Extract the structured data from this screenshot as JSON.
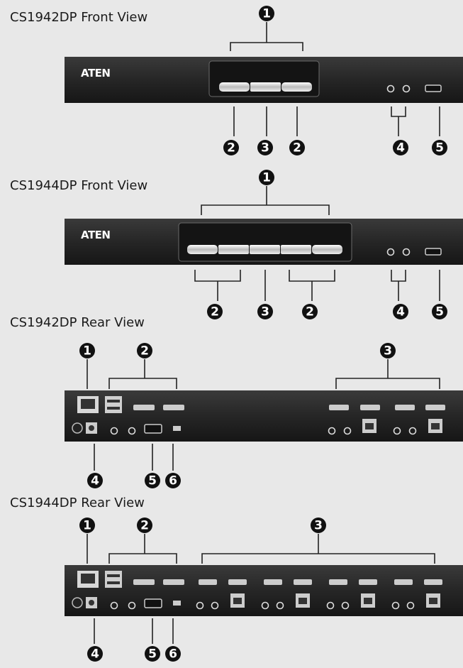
{
  "views": [
    {
      "title": "CS1942DP Front View",
      "logo": "ATEN"
    },
    {
      "title": "CS1944DP Front View",
      "logo": "ATEN"
    },
    {
      "title": "CS1942DP Rear View"
    },
    {
      "title": "CS1944DP Rear View"
    }
  ],
  "callouts": [
    "1",
    "2",
    "3",
    "4",
    "5",
    "6"
  ],
  "colors": {
    "panel_dark": "#1e1e1e",
    "panel_light": "#3c3c3c",
    "callout_fill": "#111111",
    "background": "#e8e8e8"
  }
}
